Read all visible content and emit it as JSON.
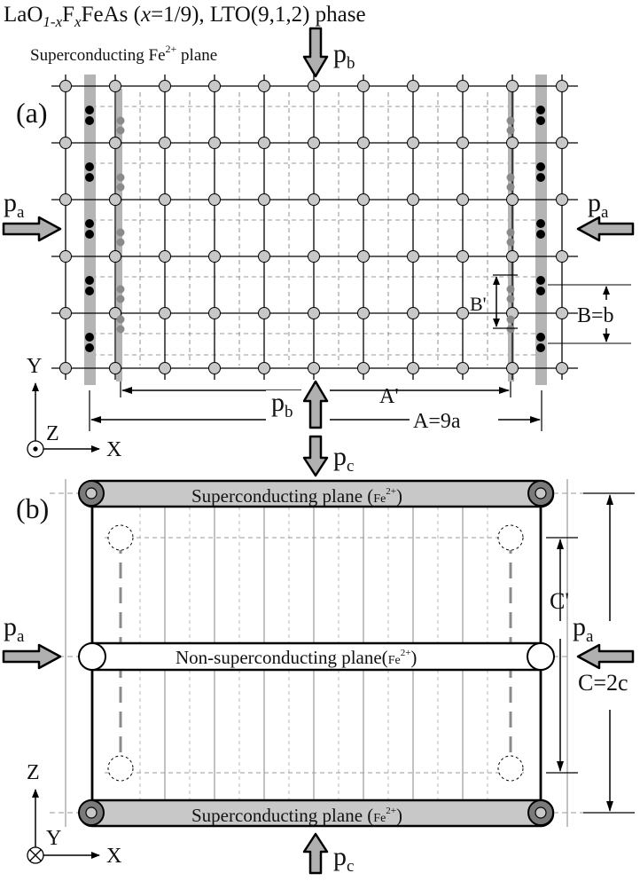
{
  "title": {
    "main": "LaO",
    "sub1": "1-x",
    "mid1": "F",
    "sub2": "x",
    "mid2": "FeAs (",
    "italic": "x",
    "end": "=1/9), LTO(9,1,2) phase"
  },
  "panel_a": {
    "label": "(a)",
    "sc_plane_label": "Superconducting Fe",
    "sc_plane_sup": "2+",
    "sc_plane_end": " plane",
    "pressure_b": "p",
    "pressure_b_sub": "b",
    "pressure_a": "p",
    "pressure_a_sub": "a",
    "dim_a_prime": "A'",
    "dim_a": "A=9a",
    "dim_b_prime": "B'",
    "dim_b": "B=b",
    "axis_y": "Y",
    "axis_z": "Z",
    "axis_x": "X"
  },
  "panel_b": {
    "label": "(b)",
    "top_plane_label": "Superconducting plane (",
    "top_plane_fe": "Fe",
    "top_plane_sup": "2+",
    "top_plane_end": ")",
    "mid_plane_label": "Non-superconducting plane(",
    "mid_plane_fe": "Fe",
    "mid_plane_sup": "2+",
    "mid_plane_end": ")",
    "bottom_plane_label": "Superconducting plane (",
    "bottom_plane_fe": "Fe",
    "bottom_plane_sup": "2+",
    "bottom_plane_end": ")",
    "pressure_c": "p",
    "pressure_c_sub": "c",
    "pressure_a": "p",
    "pressure_a_sub": "a",
    "dim_c_prime": "C'",
    "dim_c": "C=2c",
    "axis_z": "Z",
    "axis_y": "Y",
    "axis_x": "X"
  },
  "colors": {
    "stripe": "#b4b4b4",
    "node_fill": "#c8c8c8",
    "dark_dot": "#000000",
    "grey_dot": "#8a8a8a",
    "plane_fill": "#c8c8c8",
    "arrow_fill": "#b0b0b0"
  }
}
